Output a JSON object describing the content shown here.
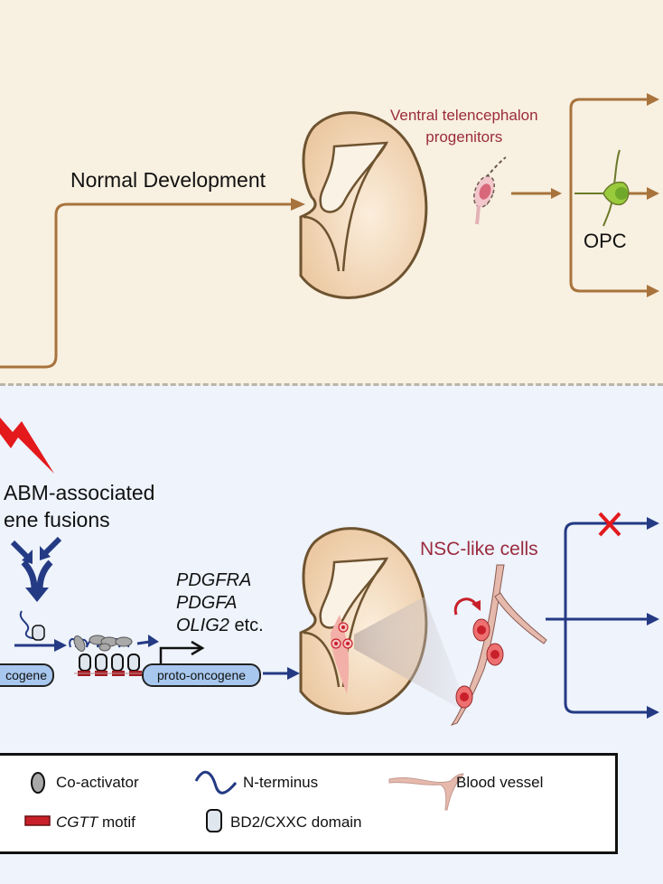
{
  "figure": {
    "top_panel": {
      "pathway_label": "Normal Development",
      "progenitor_label_line1": "Ventral telencephalon",
      "progenitor_label_line2": "progenitors",
      "cell_label": "OPC"
    },
    "bottom_panel": {
      "trigger_label_line1": "ABM-associated",
      "trigger_label_line2": "ene fusions",
      "target_genes": [
        "PDGFRA",
        "PDGFA",
        "OLIG2"
      ],
      "target_genes_suffix": " etc.",
      "left_gene_label": "cogene",
      "right_gene_label": "proto-oncogene",
      "cell_label": "NSC-like cells"
    },
    "legend": {
      "items": [
        {
          "icon": "co-activator-icon",
          "label": "Co-activator"
        },
        {
          "icon": "n-terminus-icon",
          "label": "N-terminus"
        },
        {
          "icon": "blood-vessel-icon",
          "label": "Blood vessel"
        },
        {
          "icon": "cgtt-motif-icon",
          "label_italic": "CGTT",
          "label": " motif"
        },
        {
          "icon": "bd2-cxxc-domain-icon",
          "label": "BD2/CXXC domain"
        }
      ]
    },
    "colors": {
      "top_background": "#f8f0e0",
      "bottom_background": "#eef3fc",
      "normal_arrow": "#a8733c",
      "tumor_arrow": "#243a84",
      "accent_red": "#e3191c",
      "label_red": "#9b2b3e",
      "opc_green": "#7dbb2a"
    }
  }
}
